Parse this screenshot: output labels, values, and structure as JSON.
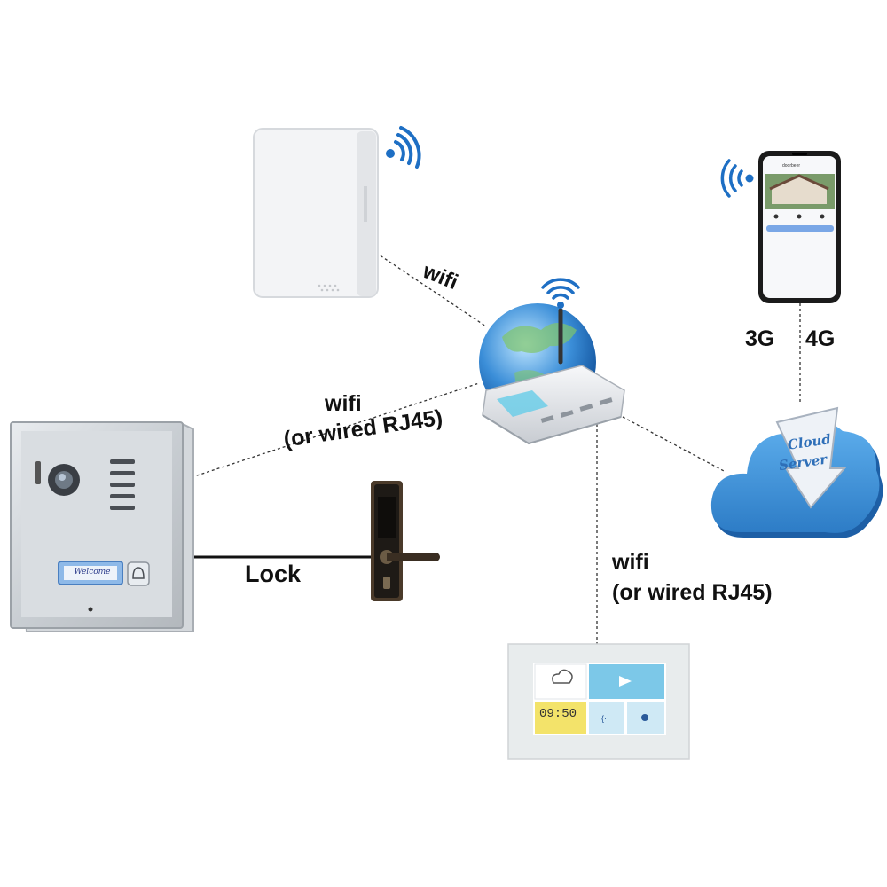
{
  "labels": {
    "wifi_top": "wifi",
    "wifi_left": "wifi",
    "rj45_left": "(or wired RJ45)",
    "wifi_right": "wifi",
    "rj45_right": "(or wired RJ45)",
    "lock": "Lock",
    "network_3g": "3G",
    "network_4g": "4G"
  },
  "devices": {
    "cloud": {
      "line1": "Cloud",
      "line2": "Server"
    },
    "door_plate": "Welcome",
    "monitor_time": "09:50",
    "phone_app": "doorbeer"
  },
  "colors": {
    "connector": "#333333",
    "cloud": "#3d8fd6",
    "wifi_signal": "#1e6fc4",
    "monitor_tile_blue": "#7cc8e8",
    "monitor_tile_yellow": "#f3e36a"
  }
}
